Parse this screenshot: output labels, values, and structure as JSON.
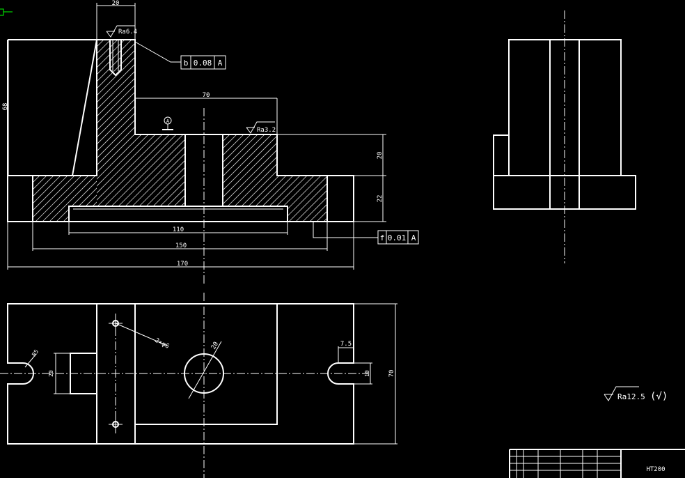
{
  "drawing": {
    "background": "#000000",
    "line_color": "#ffffff",
    "marker_color": "#00ff00",
    "dimensions": {
      "top_width": "20",
      "height": "68",
      "top_span": "70",
      "boss_height": "20",
      "base_height": "22",
      "recess_width": "110",
      "base_inner": "150",
      "base_overall": "170",
      "slot_r": "R5",
      "center_width": "20",
      "holes": "2×φ6",
      "bore_dia": "20",
      "slot_offset": "7.5",
      "slot_width": "10",
      "plan_width": "70"
    },
    "surface_marks": {
      "top_hole": "Ra6.4",
      "boss_face": "Ra3.2",
      "general": "Ra12.5",
      "general_suffix": "(√)"
    },
    "datum": {
      "label": "A"
    },
    "tolerances": [
      {
        "symbol": "b",
        "value": "0.08",
        "datum": "A"
      },
      {
        "symbol": "f",
        "value": "0.01",
        "datum": "A"
      }
    ],
    "title_block": {
      "material": "HT200"
    }
  }
}
